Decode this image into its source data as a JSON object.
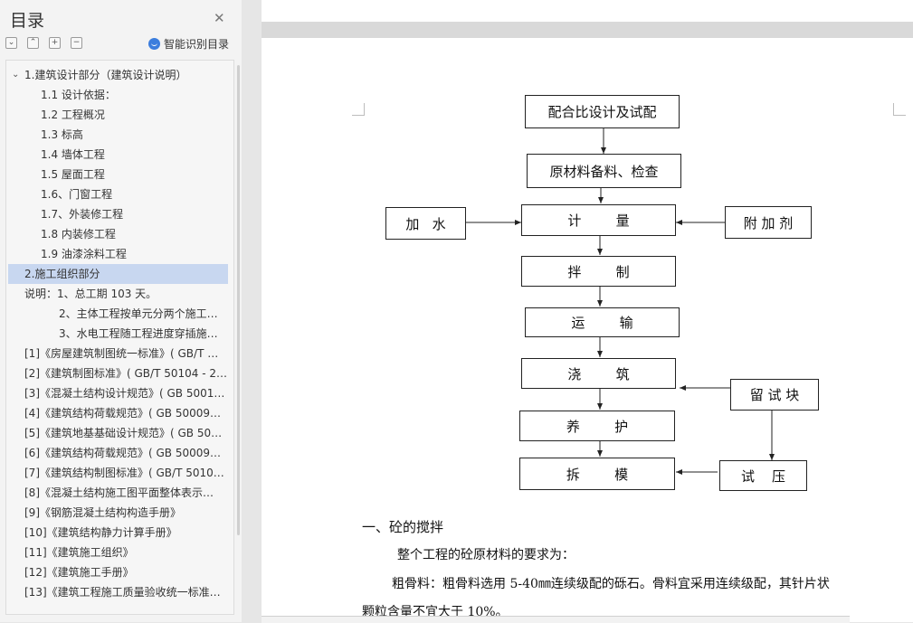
{
  "sidebar": {
    "title": "目录",
    "toolbar": [
      "⌄",
      "⌃",
      "+",
      "−"
    ],
    "ai_label": "智能识别目录",
    "items": [
      {
        "label": "1.建筑设计部分（建筑设计说明）",
        "indent": 0,
        "expanded": true
      },
      {
        "label": "1.1 设计依据：",
        "indent": 1
      },
      {
        "label": "1.2 工程概况",
        "indent": 1
      },
      {
        "label": "1.3 标高",
        "indent": 1
      },
      {
        "label": "1.4 墙体工程",
        "indent": 1
      },
      {
        "label": "1.5 屋面工程",
        "indent": 1
      },
      {
        "label": "1.6、门窗工程",
        "indent": 1
      },
      {
        "label": "1.7、外装修工程",
        "indent": 1
      },
      {
        "label": "1.8 内装修工程",
        "indent": 1
      },
      {
        "label": "1.9 油漆涂料工程",
        "indent": 1
      },
      {
        "label": "2.施工组织部分",
        "indent": 0,
        "selected": true
      },
      {
        "label": "说明：1、总工期 103 天。",
        "indent": 0
      },
      {
        "label": "2、主体工程按单元分两个施工…",
        "indent": 2
      },
      {
        "label": "3、水电工程随工程进度穿插施…",
        "indent": 2
      },
      {
        "label": "[1]《房屋建筑制图统一标准》( GB/T …",
        "indent": 0
      },
      {
        "label": "[2]《建筑制图标准》( GB/T 50104 - 2…",
        "indent": 0
      },
      {
        "label": "[3]《混凝土结构设计规范》( GB 5001…",
        "indent": 0
      },
      {
        "label": "[4]《建筑结构荷载规范》( GB 50009…",
        "indent": 0
      },
      {
        "label": "[5]《建筑地基基础设计规范》( GB 50…",
        "indent": 0
      },
      {
        "label": "[6]《建筑结构荷载规范》( GB 50009…",
        "indent": 0
      },
      {
        "label": "[7]《建筑结构制图标准》( GB/T 5010…",
        "indent": 0
      },
      {
        "label": "[8]《混凝土结构施工图平面整体表示…",
        "indent": 0
      },
      {
        "label": "[9]《钢筋混凝土结构构造手册》",
        "indent": 0
      },
      {
        "label": "[10]《建筑结构静力计算手册》",
        "indent": 0
      },
      {
        "label": "[11]《建筑施工组织》",
        "indent": 0
      },
      {
        "label": "[12]《建筑施工手册》",
        "indent": 0
      },
      {
        "label": "[13]《建筑工程施工质量验收统一标准…",
        "indent": 0
      }
    ]
  },
  "flowchart": {
    "design": "配合比设计及试配",
    "material": "原材料备料、检查",
    "water": "加   水",
    "measure": "计        量",
    "additive": "附 加 剂",
    "mix": "拌        制",
    "transport": "运        输",
    "pour": "浇        筑",
    "sample": "留 试 块",
    "cure": "养        护",
    "demold": "拆        模",
    "press": "试    压"
  },
  "document": {
    "heading": "一、砼的搅拌",
    "para1": "整个工程的砼原材料的要求为：",
    "para2": "粗骨料：粗骨料选用 5-40㎜连续级配的砾石。骨料宜采用连续级配，其针片状",
    "para3": "颗粒含量不宜大于 10%。"
  }
}
